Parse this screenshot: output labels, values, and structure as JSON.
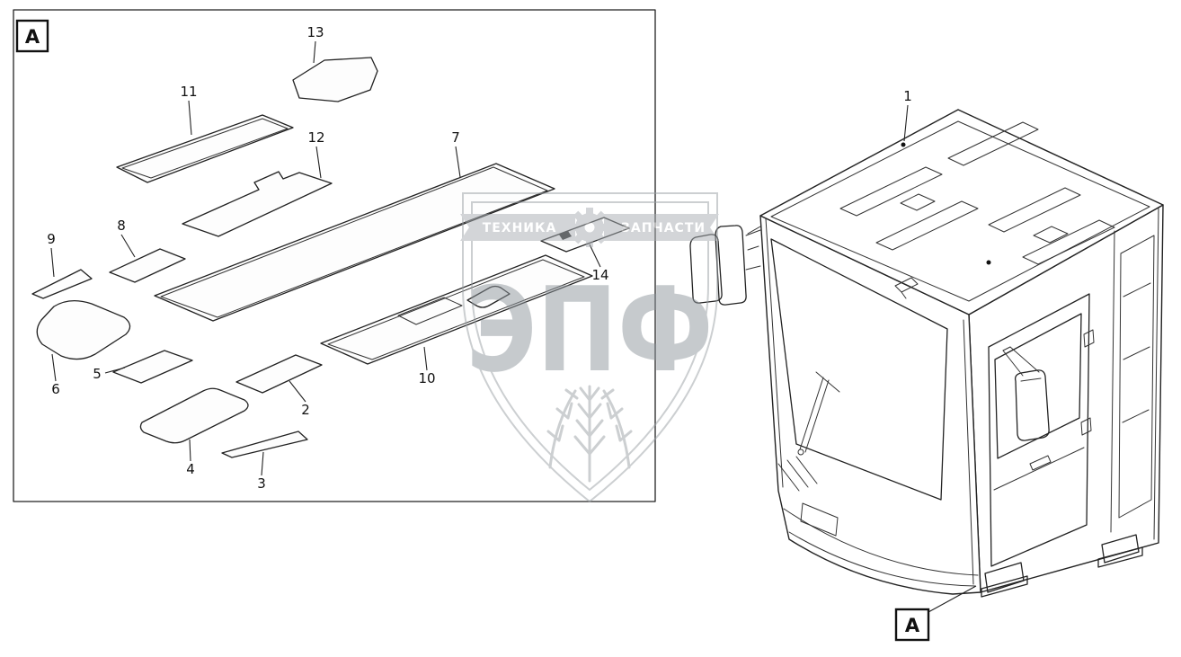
{
  "diagram": {
    "frame_label": "A",
    "cab": {
      "label": "1",
      "section_label": "A"
    },
    "parts": {
      "p2": {
        "label": "2"
      },
      "p3": {
        "label": "3"
      },
      "p4": {
        "label": "4"
      },
      "p5": {
        "label": "5"
      },
      "p6": {
        "label": "6"
      },
      "p7": {
        "label": "7"
      },
      "p8": {
        "label": "8"
      },
      "p9": {
        "label": "9"
      },
      "p10": {
        "label": "10"
      },
      "p11": {
        "label": "11"
      },
      "p12": {
        "label": "12"
      },
      "p13": {
        "label": "13"
      },
      "p14": {
        "label": "14"
      }
    },
    "watermark": {
      "brand": "ЭПФ",
      "banner_left": "ТЕХНИКА",
      "banner_right": "ЗАПЧАСТИ"
    },
    "colors": {
      "line": "#1c1c1c",
      "watermark_gray": "#9aa0a5",
      "background": "#ffffff"
    }
  }
}
